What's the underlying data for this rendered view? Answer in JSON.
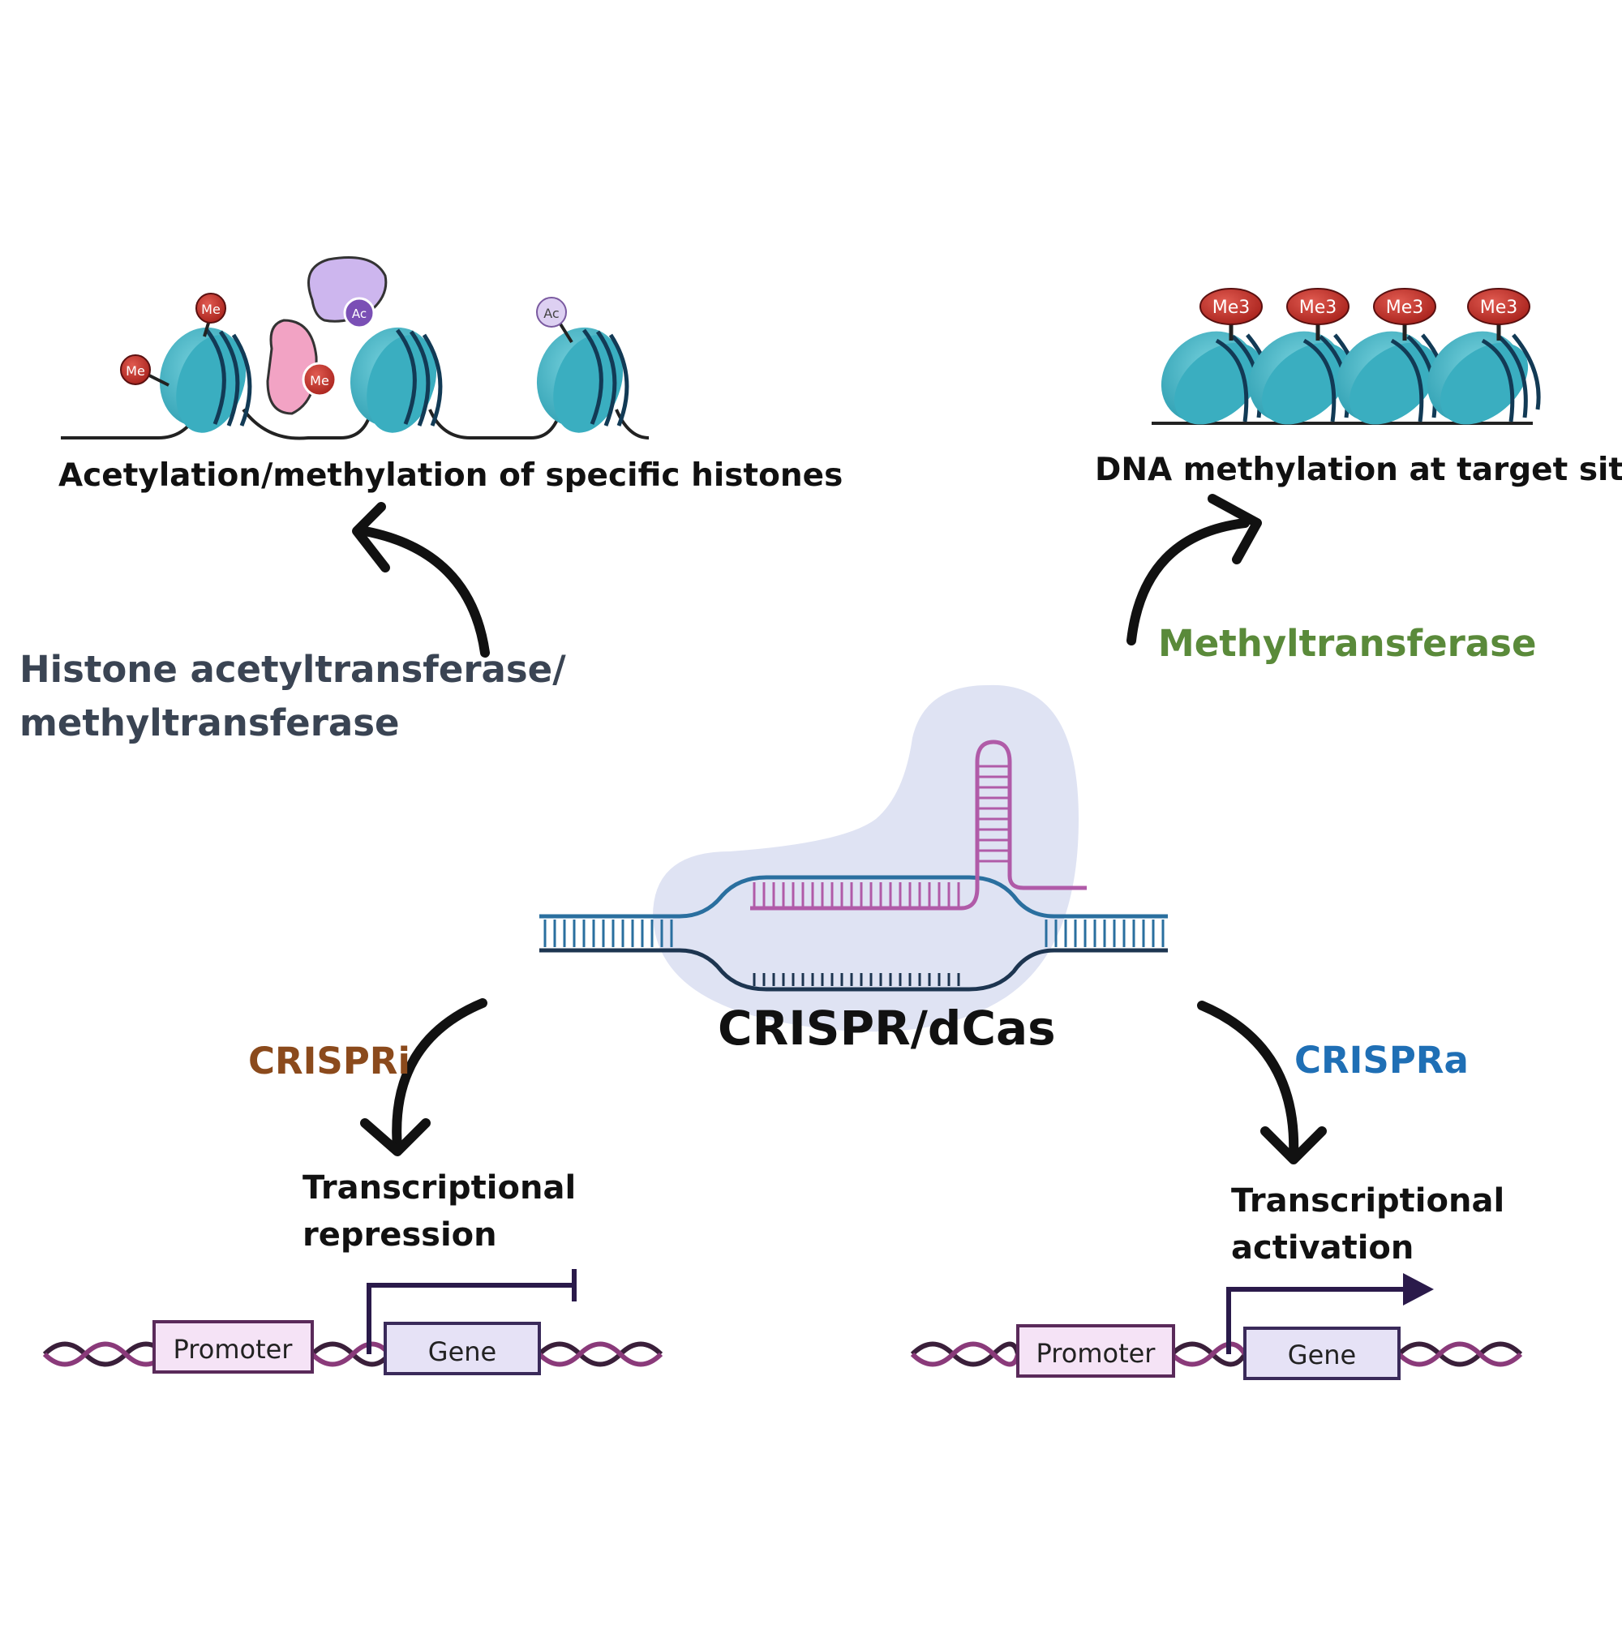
{
  "labels": {
    "histone_effect": "Acetylation/methylation of specific histones",
    "dna_effect": "DNA methylation at target sites",
    "histone_enzyme_line1": "Histone acetyltransferase/",
    "histone_enzyme_line2": "methyltransferase",
    "methyltransferase": "Methyltransferase",
    "center": "CRISPR/dCas",
    "crispri": "CRISPRi",
    "crispra": "CRISPRa",
    "repression_line1": "Transcriptional",
    "repression_line2": "repression",
    "activation_line1": "Transcriptional",
    "activation_line2": "activation"
  },
  "marks": {
    "me": "Me",
    "ac": "Ac",
    "me3": "Me3"
  },
  "gene_left": {
    "promoter": "Promoter",
    "gene": "Gene"
  },
  "gene_right": {
    "promoter": "Promoter",
    "gene": "Gene"
  },
  "colors": {
    "histone_enzyme": "#3a4453",
    "methyltransferase": "#5a8a3a",
    "crispri": "#8b4a1c",
    "crispra": "#1f6fb5",
    "nucleosome": "#4db8c8",
    "dcas_body": "#dfe3f3",
    "dna_strand": "#2a6f9f",
    "guide_rna": "#b05ba8",
    "mark_red": "#c0302a",
    "arrow": "#111111"
  }
}
